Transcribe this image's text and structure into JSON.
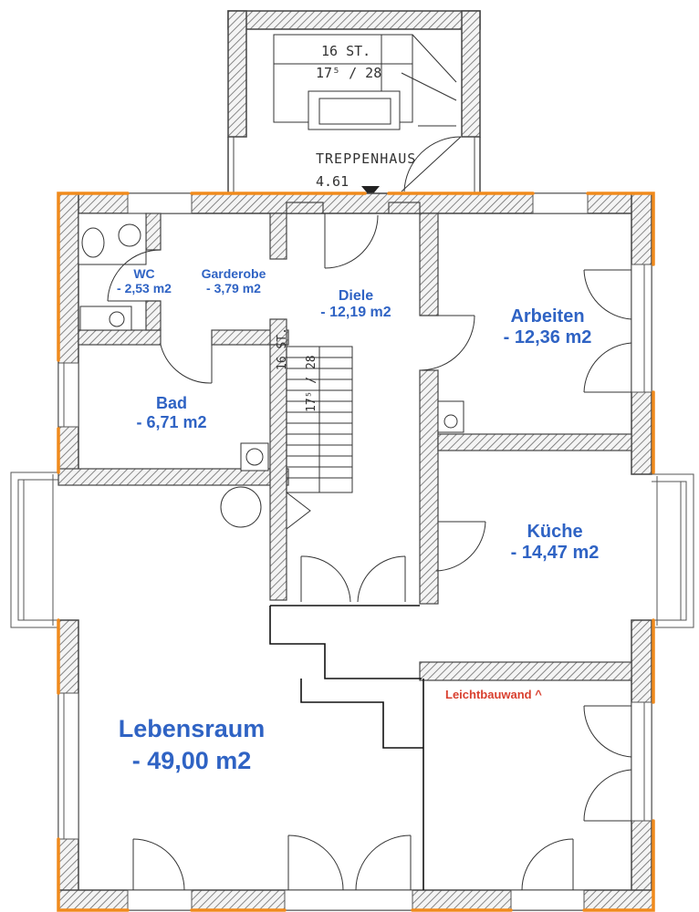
{
  "stairwell": {
    "title": "TREPPENHAUS",
    "height": "4.61",
    "steps": "16 ST.",
    "step_ratio": "17⁵ / 28"
  },
  "inner_stair": {
    "steps": "16 ST.",
    "step_ratio": "17⁵ / 28"
  },
  "rooms": [
    {
      "id": "wc",
      "name": "WC",
      "area": "- 2,53 m2"
    },
    {
      "id": "garderobe",
      "name": "Garderobe",
      "area": "- 3,79 m2"
    },
    {
      "id": "diele",
      "name": "Diele",
      "area": "- 12,19 m2"
    },
    {
      "id": "arbeiten",
      "name": "Arbeiten",
      "area": "- 12,36 m2"
    },
    {
      "id": "bad",
      "name": "Bad",
      "area": "- 6,71 m2"
    },
    {
      "id": "kueche",
      "name": "Küche",
      "area": "- 14,47 m2"
    },
    {
      "id": "lebensraum",
      "name": "Lebensraum",
      "area": "- 49,00 m2"
    }
  ],
  "annotation": {
    "text": "Leichtbauwand ^"
  },
  "colors": {
    "label": "#2f63c4",
    "annotation": "#d9402f",
    "exterior_highlight": "#f08a1c",
    "wall": "#555555"
  }
}
